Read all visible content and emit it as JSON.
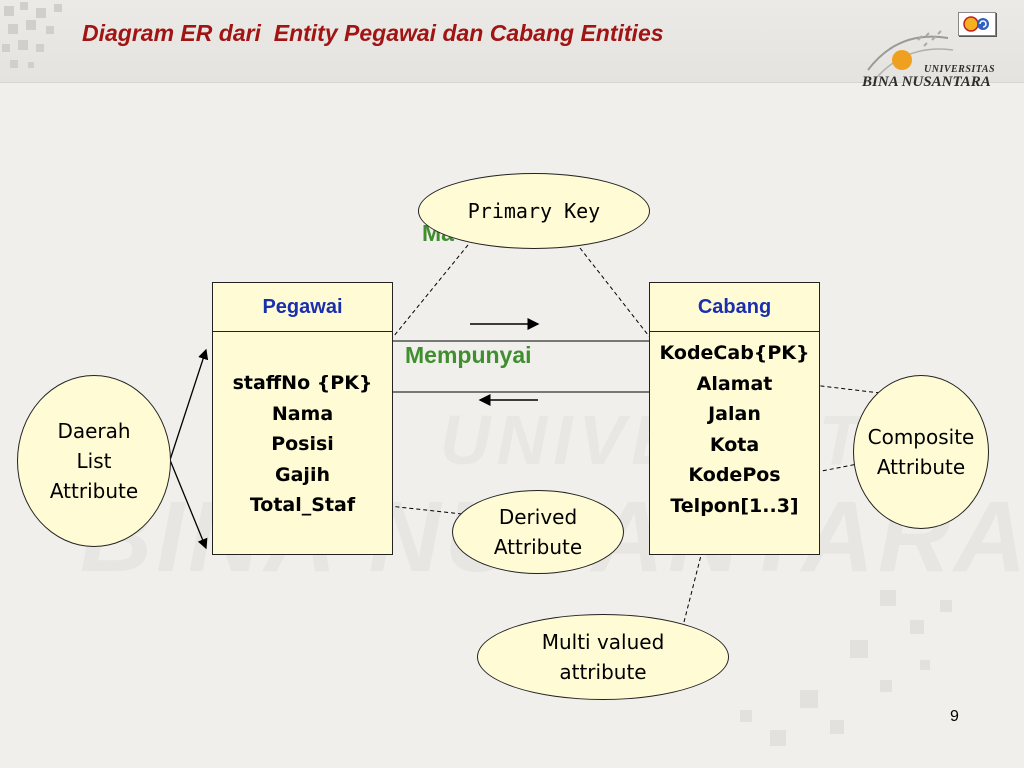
{
  "title": "Diagram ER dari  Entity Pegawai dan Cabang Entities",
  "logo": {
    "line1": "UNIVERSITAS",
    "line2": "BINA NUSANTARA"
  },
  "watermark": "BINA NUSANTARA",
  "watermark_top": "UNIVERSITAS",
  "entities": {
    "pegawai": {
      "name": "Pegawai",
      "attributes": [
        "staffNo {PK}",
        "Nama",
        "Posisi",
        "Gajih",
        "Total_Staf"
      ]
    },
    "cabang": {
      "name": "Cabang",
      "attributes": [
        "KodeCab{PK}",
        "Alamat",
        "Jalan",
        "Kota",
        "KodePos",
        "Telpon[1..3]"
      ]
    }
  },
  "relationship": {
    "label": "Mempunyai",
    "hidden_label": "Ma"
  },
  "annotations": {
    "primary_key": "Primary Key",
    "list_attribute": "Daerah\nList\nAttribute",
    "composite": "Composite\nAttribute",
    "derived": "Derived\nAttribute",
    "multi_valued": "Multi valued\nattribute"
  },
  "page_number": "9",
  "colors": {
    "title": "#a01414",
    "entity_header": "#1a2fb0",
    "relationship": "#3f8f2e",
    "shape_fill": "#fffbd4"
  }
}
